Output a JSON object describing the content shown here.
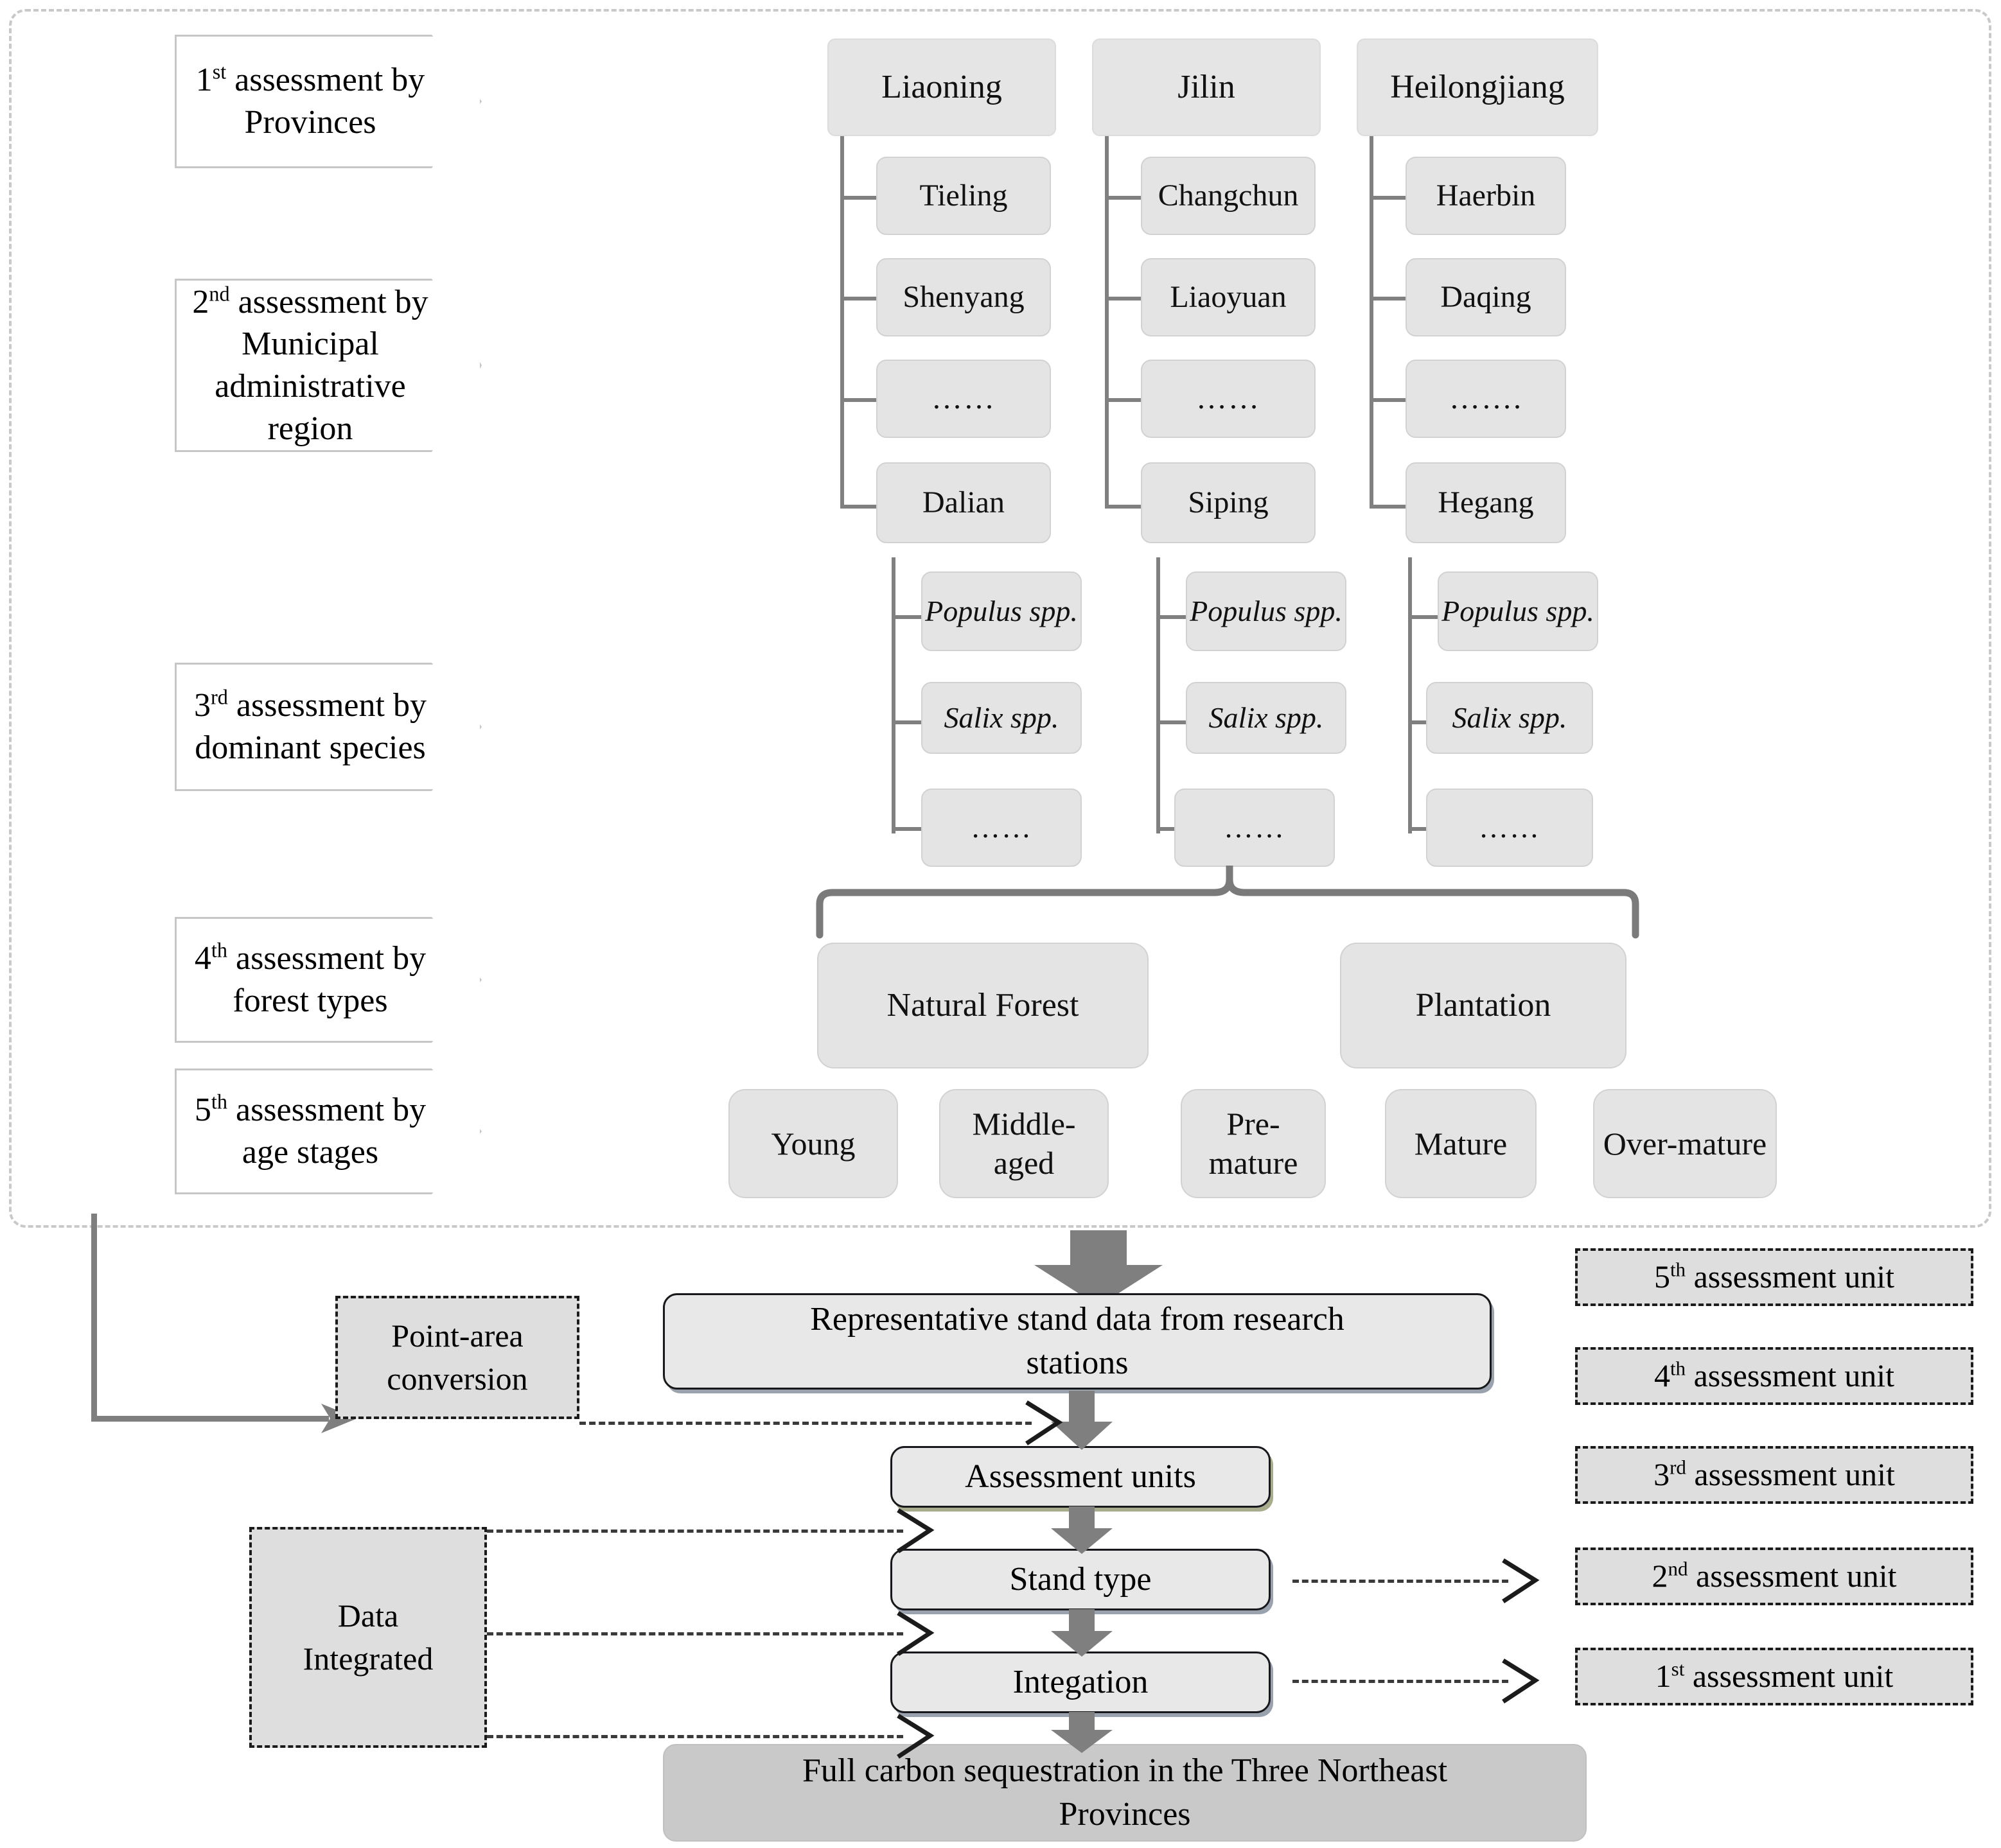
{
  "stages": [
    {
      "id": "stage-1",
      "line1": "1st assessment by",
      "line2": "Provinces",
      "ord": "1",
      "sup": "st",
      "rest": " assessment by"
    },
    {
      "id": "stage-2",
      "line1": "2nd assessment by",
      "line2": "Municipal",
      "line3": "administrative region",
      "ord": "2",
      "sup": "nd",
      "rest": " assessment by"
    },
    {
      "id": "stage-3",
      "line1": "3rd  assessment by",
      "line2": "dominant species",
      "ord": "3",
      "sup": "rd",
      "rest": "  assessment by"
    },
    {
      "id": "stage-4",
      "line1": "4th assessment by",
      "line2": "forest types",
      "ord": "4",
      "sup": "th",
      "rest": " assessment by"
    },
    {
      "id": "stage-5",
      "line1": "5th assessment by",
      "line2": "age stages",
      "ord": "5",
      "sup": "th",
      "rest": " assessment by"
    }
  ],
  "provinces": [
    {
      "name": "Liaoning",
      "cities": [
        "Tieling",
        "Shenyang",
        "……",
        "Dalian"
      ],
      "species": [
        "Populus spp.",
        "Salix spp.",
        "……"
      ]
    },
    {
      "name": "Jilin",
      "cities": [
        "Changchun",
        "Liaoyuan",
        "……",
        "Siping"
      ],
      "species": [
        "Populus spp.",
        "Salix spp.",
        "……"
      ]
    },
    {
      "name": "Heilongjiang",
      "cities": [
        "Haerbin",
        "Daqing",
        "…….",
        "Hegang"
      ],
      "species": [
        "Populus spp.",
        "Salix spp.",
        "……"
      ]
    }
  ],
  "forest_types": [
    "Natural Forest",
    "Plantation"
  ],
  "age_stages": [
    "Young",
    "Middle-aged",
    "Pre-mature",
    "Mature",
    "Over-mature"
  ],
  "flow": {
    "point_area": "Point-area conversion",
    "point_area_l1": "Point-area",
    "point_area_l2": "conversion",
    "data_integrated_l1": "Data",
    "data_integrated_l2": "Integrated",
    "rep_stand_l1": "Representative stand data from research",
    "rep_stand_l2": "stations",
    "assessment_units": "Assessment units",
    "stand_type": "Stand type",
    "integation": "Integation",
    "final_l1": "Full carbon sequestration in the Three Northeast",
    "final_l2": "Provinces"
  },
  "assessment_units": [
    {
      "ord": "5",
      "sup": "th",
      "label": " assessment unit"
    },
    {
      "ord": "4",
      "sup": "th",
      "label": " assessment unit"
    },
    {
      "ord": "3",
      "sup": "rd",
      "label": " assessment unit"
    },
    {
      "ord": "2",
      "sup": "nd",
      "label": " assessment unit"
    },
    {
      "ord": "1",
      "sup": "st",
      "label": " assessment unit"
    }
  ],
  "colors": {
    "node_fill": "#e4e4e4",
    "dashed_border": "#1b1b1b",
    "connector": "#808080",
    "arrow_gray": "#7f7f7f",
    "final_fill": "#c9c9c9",
    "outer_dashed": "#c9c9c9"
  }
}
